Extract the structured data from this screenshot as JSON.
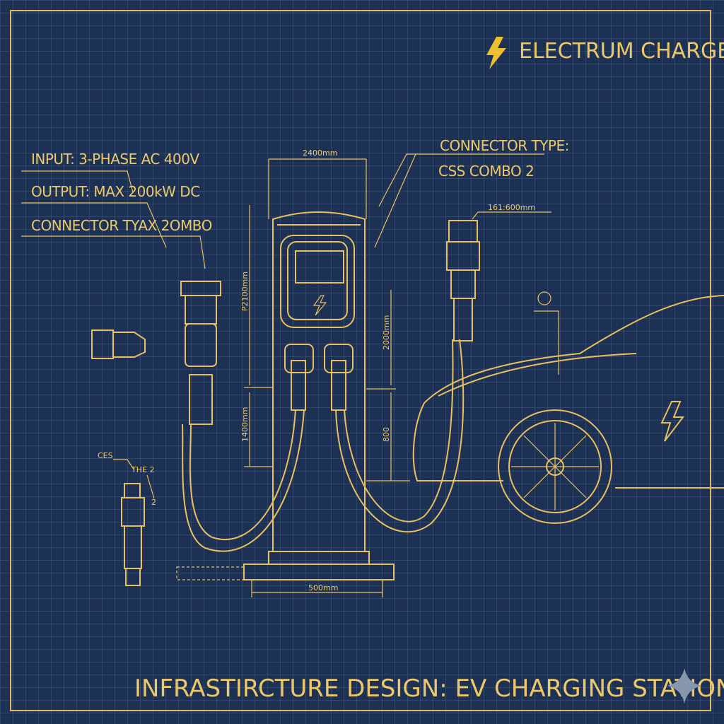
{
  "brand": {
    "name": "ELECTRUM CHARGE",
    "icon": "lightning-bolt-icon"
  },
  "labels": {
    "input": "INPUT: 3-PHASE AC 400V",
    "output": "OUTPUT: MAX 200kW DC",
    "connector_left": "CONNECTOR TYAX 2OMBO",
    "connector_type_title": "CONNECTOR TYPE:",
    "connector_type_value": "CSS COMBO 2",
    "ces": "CES",
    "the2": "THE 2",
    "two": "2"
  },
  "dimensions": {
    "width_top": "2400mm",
    "connector_right": "161:600mm",
    "height_left_upper": "P2100mm",
    "height_left_lower": "1400mm",
    "height_right_upper": "2000mm",
    "height_right_lower": "800",
    "base_width": "500mm"
  },
  "title": "INFRASTIRCTURE DESIGN: EV CHARGING STATION",
  "colors": {
    "background": "#1c3153",
    "line": "#e8c060"
  }
}
